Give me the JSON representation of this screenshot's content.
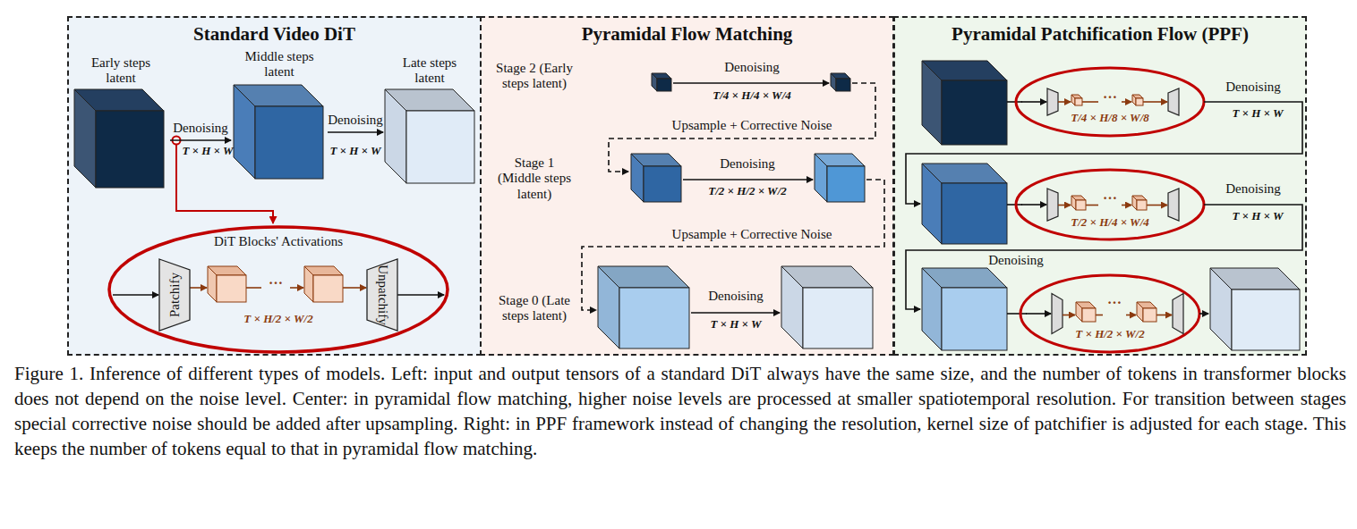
{
  "diagram": {
    "caption": "Figure 1. Inference of different types of models. Left: input and output tensors of a standard DiT always have the same size, and the number of tokens in transformer blocks does not depend on the noise level. Center: in pyramidal flow matching, higher noise levels are processed at smaller spatiotemporal resolution. For transition between stages special corrective noise should be added after upsampling. Right: in PPF framework instead of changing the resolution, kernel size of patchifier is adjusted for each stage. This keeps the number of tokens equal to that in pyramidal flow matching.",
    "nodes": [
      {
        "text": [
          "Standard Video DiT"
        ]
      },
      {
        "text": [
          "Early steps latent"
        ],
        "in": 0
      },
      {
        "text": [
          "Middle steps latent"
        ],
        "in": 0
      },
      {
        "text": [
          "Late steps latent"
        ],
        "in": 0
      },
      {
        "text": [
          "DiT Blocks' Activations",
          "T × H/2 × W/2"
        ],
        "in": 0
      },
      {
        "text": [
          "Patchify"
        ],
        "in": 4
      },
      {
        "text": [
          "Unpatchify"
        ],
        "in": 4
      },
      {
        "text": [
          "Pyramidal Flow Matching"
        ]
      },
      {
        "text": [
          "Pyramidal Patchification Flow (PPF)"
        ]
      }
    ],
    "edges": [
      {
        "from": 1,
        "to": 2,
        "arrow": "to",
        "label": "Denoising"
      },
      {
        "from": 2,
        "to": 3,
        "arrow": "to",
        "label": "Denoising"
      }
    ],
    "labels": [
      "T × H × W",
      "T × H × W",
      "…",
      "Stage 2 (Early steps latent)",
      "Denoising",
      "T/4 × H/4 × W/4",
      "Upsample + Corrective Noise",
      "Stage 1 (Middle steps latent)",
      "Denoising",
      "T/2 × H/2 × W/2",
      "Upsample + Corrective Noise",
      "Stage 0 (Late steps latent)",
      "Denoising",
      "T × H × W",
      "…",
      "T/4 × H/8 × W/8",
      "Denoising",
      "T × H × W",
      "…",
      "T/2 × H/4 × W/4",
      "Denoising",
      "T × H × W",
      "Denoising",
      "…",
      "T × H/2 × W/2"
    ]
  }
}
